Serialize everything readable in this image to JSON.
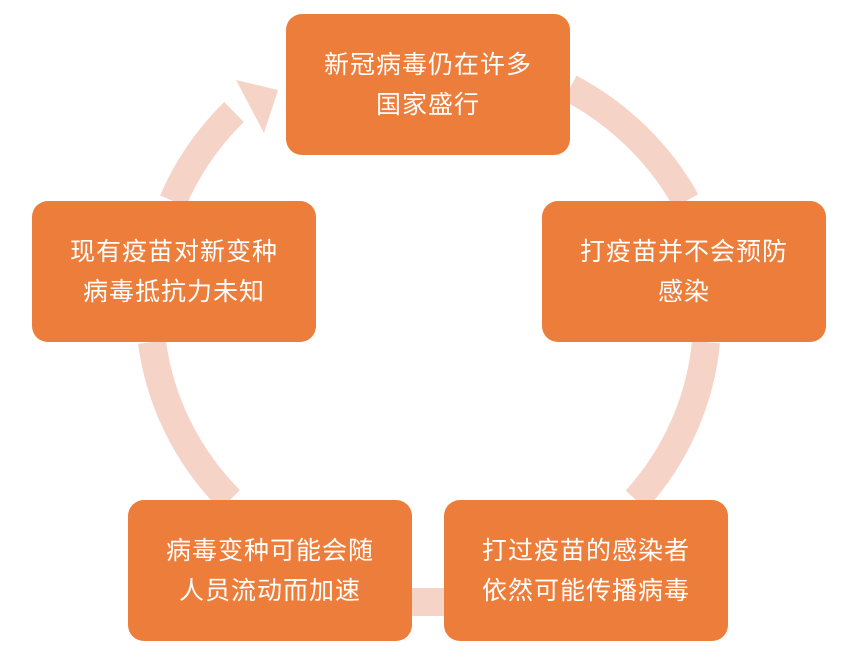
{
  "colors": {
    "node_fill": "#ed7d3a",
    "node_text": "#ffffff",
    "arrow": "#f6d3c7"
  },
  "nodes": [
    {
      "lines": [
        "新冠病毒仍在许多",
        "国家盛行"
      ]
    },
    {
      "lines": [
        "打疫苗并不会预防",
        "感染"
      ]
    },
    {
      "lines": [
        "打过疫苗的感染者",
        "依然可能传播病毒"
      ]
    },
    {
      "lines": [
        "病毒变种可能会随",
        "人员流动而加速"
      ]
    },
    {
      "lines": [
        "现有疫苗对新变种",
        "病毒抵抗力未知"
      ]
    }
  ]
}
